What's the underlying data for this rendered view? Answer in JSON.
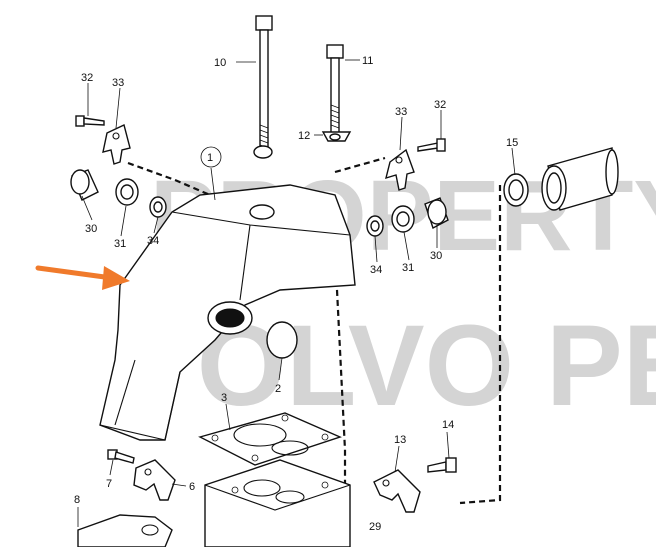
{
  "watermark": {
    "line1": "PROPERTY",
    "line2": "VOLVO PE",
    "color": "#d4d4d4"
  },
  "arrow_color": "#f07a2b",
  "labels": {
    "p10": "10",
    "p11": "11",
    "p12": "12",
    "p32a": "32",
    "p33a": "33",
    "p33b": "33",
    "p32b": "32",
    "p15": "15",
    "p1": "1",
    "p30a": "30",
    "p31a": "31",
    "p34a": "34",
    "p34b": "34",
    "p31b": "31",
    "p30b": "30",
    "p2": "2",
    "p3": "3",
    "p7": "7",
    "p6": "6",
    "p8": "8",
    "p13": "13",
    "p14": "14",
    "p29": "29"
  }
}
